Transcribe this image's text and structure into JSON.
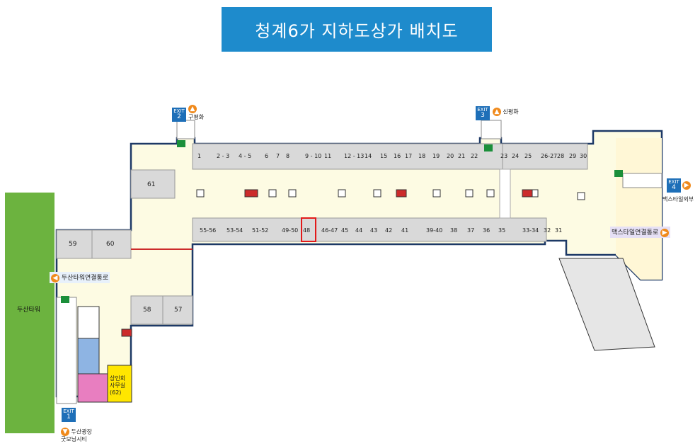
{
  "title": "청계6가 지하도상가 배치도",
  "colors": {
    "title_bg": "#1e8bcc",
    "floor": "#fdfbe3",
    "shop": "#d9d9d9",
    "tower": "#6cb33f",
    "exit": "#1e6fb8",
    "arrow": "#f08a1c"
  },
  "areas": {
    "doosan_tower": "두산타워",
    "merchant_office": "상인회\n사무실\n(62)"
  },
  "shops_top": [
    "1",
    "2 - 3",
    "4 - 5",
    "6",
    "7",
    "8",
    "9 - 10",
    "11",
    "12 - 13",
    "14",
    "15",
    "16",
    "17",
    "18",
    "19",
    "20",
    "21",
    "22",
    "23",
    "24",
    "25",
    "26-27",
    "28",
    "29",
    "30"
  ],
  "shops_bottom": [
    "55-56",
    "53-54",
    "51-52",
    "49-50",
    "48",
    "46-47",
    "45",
    "44",
    "43",
    "42",
    "41",
    "39-40",
    "38",
    "37",
    "36",
    "35",
    "33-34",
    "32",
    "31"
  ],
  "shops_other": [
    "61",
    "59",
    "60",
    "58",
    "57"
  ],
  "exits": [
    {
      "label": "EXIT",
      "num": "2",
      "dest": "구평화",
      "arrow": "up"
    },
    {
      "label": "EXIT",
      "num": "3",
      "dest": "신평화",
      "arrow": "up"
    },
    {
      "label": "EXIT",
      "num": "4",
      "dest": "맥스타일외부",
      "arrow": "right"
    },
    {
      "label": "EXIT",
      "num": "1",
      "dest": "두산광장\n굿모닝시티",
      "arrow": "down"
    }
  ],
  "passages": {
    "doosan": "두산타워연결통로",
    "maxtile": "맥스타일연결통로"
  }
}
